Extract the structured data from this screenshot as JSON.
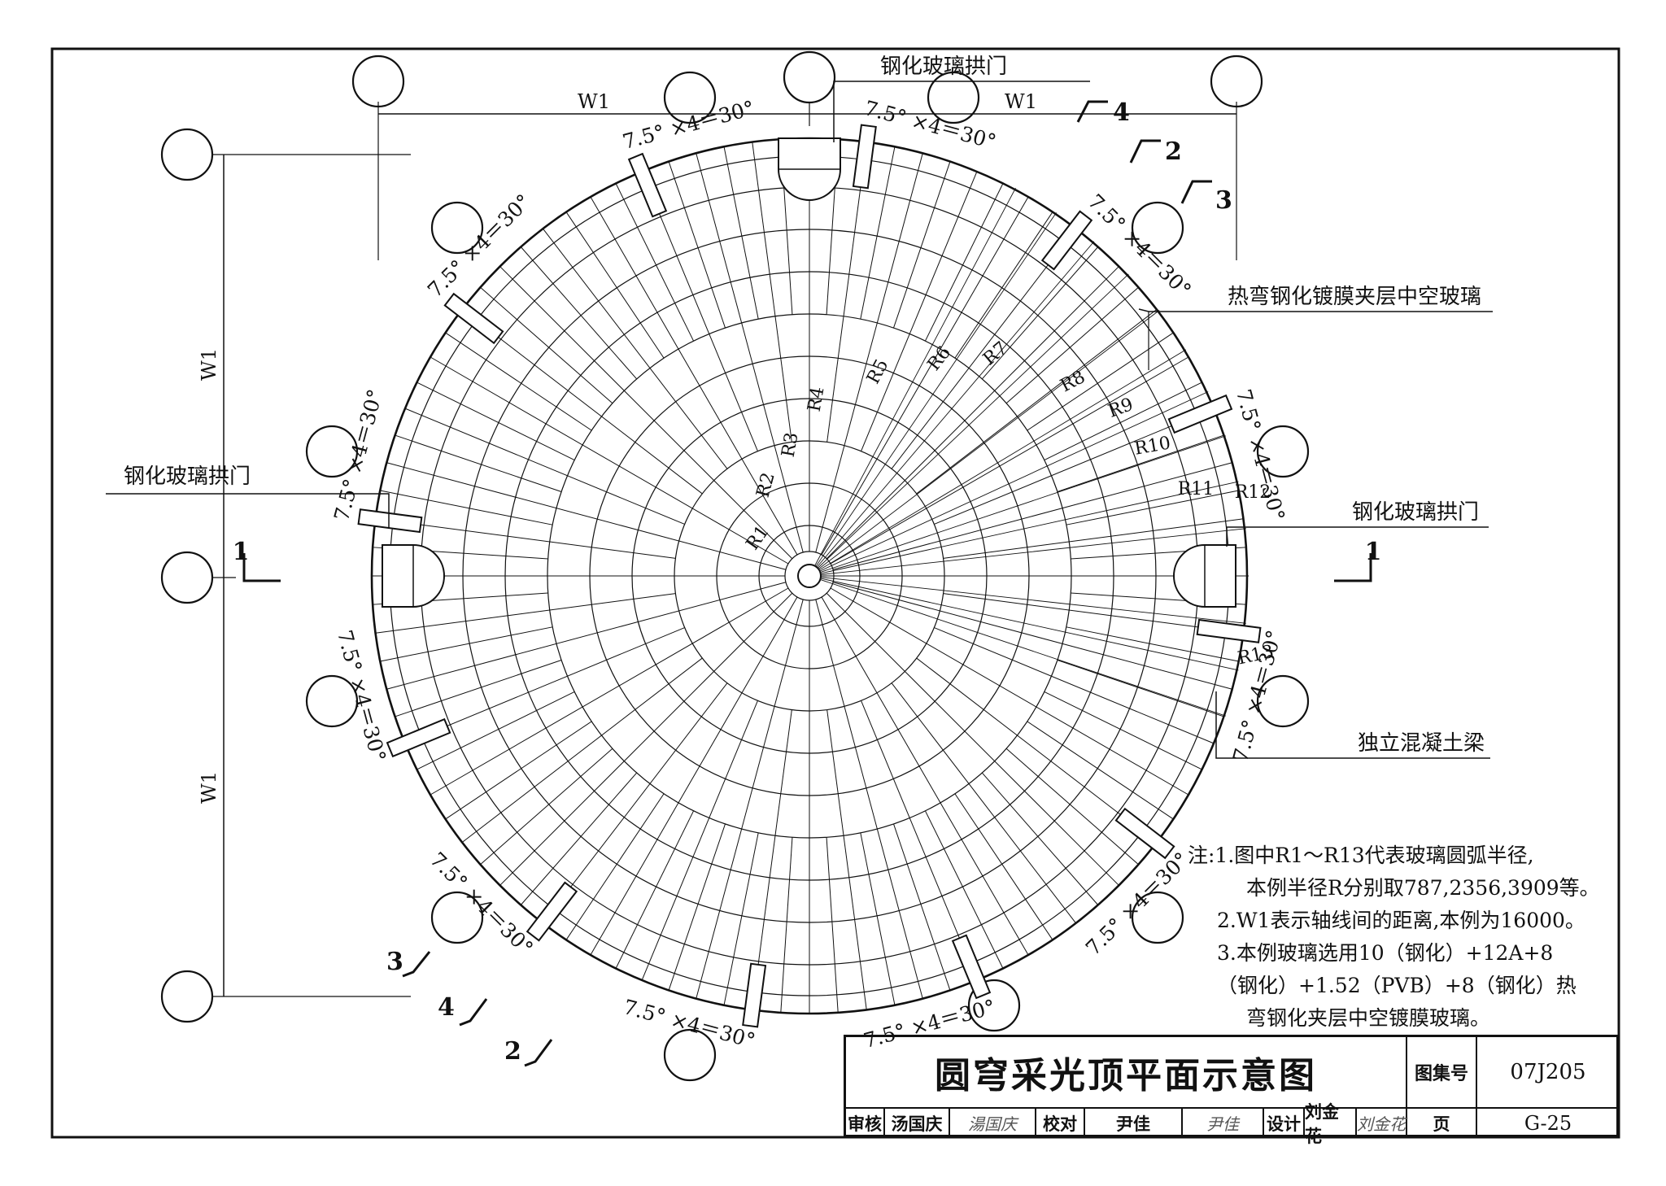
{
  "labels": {
    "door_top": "钢化玻璃拱门",
    "door_left": "钢化玻璃拱门",
    "door_right": "钢化玻璃拱门",
    "glass_type": "热弯钢化镀膜夹层中空玻璃",
    "beam": "独立混凝土梁",
    "w1": "W1",
    "angle": "7.5° ×4＝30°",
    "sec1": "1",
    "sec2": "2",
    "sec3": "3",
    "sec4": "4"
  },
  "radii": [
    "R1",
    "R2",
    "R3",
    "R4",
    "R5",
    "R6",
    "R7",
    "R8",
    "R9",
    "R10",
    "R11",
    "R12",
    "R13"
  ],
  "notes": {
    "line1": "注:1.图中R1～R13代表玻璃圆弧半径,",
    "line2": "本例半径R分别取787,2356,3909等。",
    "line3": "2.W1表示轴线间的距离,本例为16000。",
    "line4": "3.本例玻璃选用10（钢化）+12A+8",
    "line5": "（钢化）+1.52（PVB）+8（钢化）热",
    "line6": "弯钢化夹层中空镀膜玻璃。"
  },
  "title_block": {
    "title": "圆穹采光顶平面示意图",
    "atlas_label": "图集号",
    "atlas_no": "07J205",
    "review_label": "审核",
    "reviewer": "汤国庆",
    "reviewer_sig": "湯国庆",
    "check_label": "校对",
    "checker": "尹佳",
    "checker_sig": "尹佳",
    "design_label": "设计",
    "designer": "刘金花",
    "designer_sig": "刘金花",
    "page_label": "页",
    "page_no": "G-25"
  }
}
